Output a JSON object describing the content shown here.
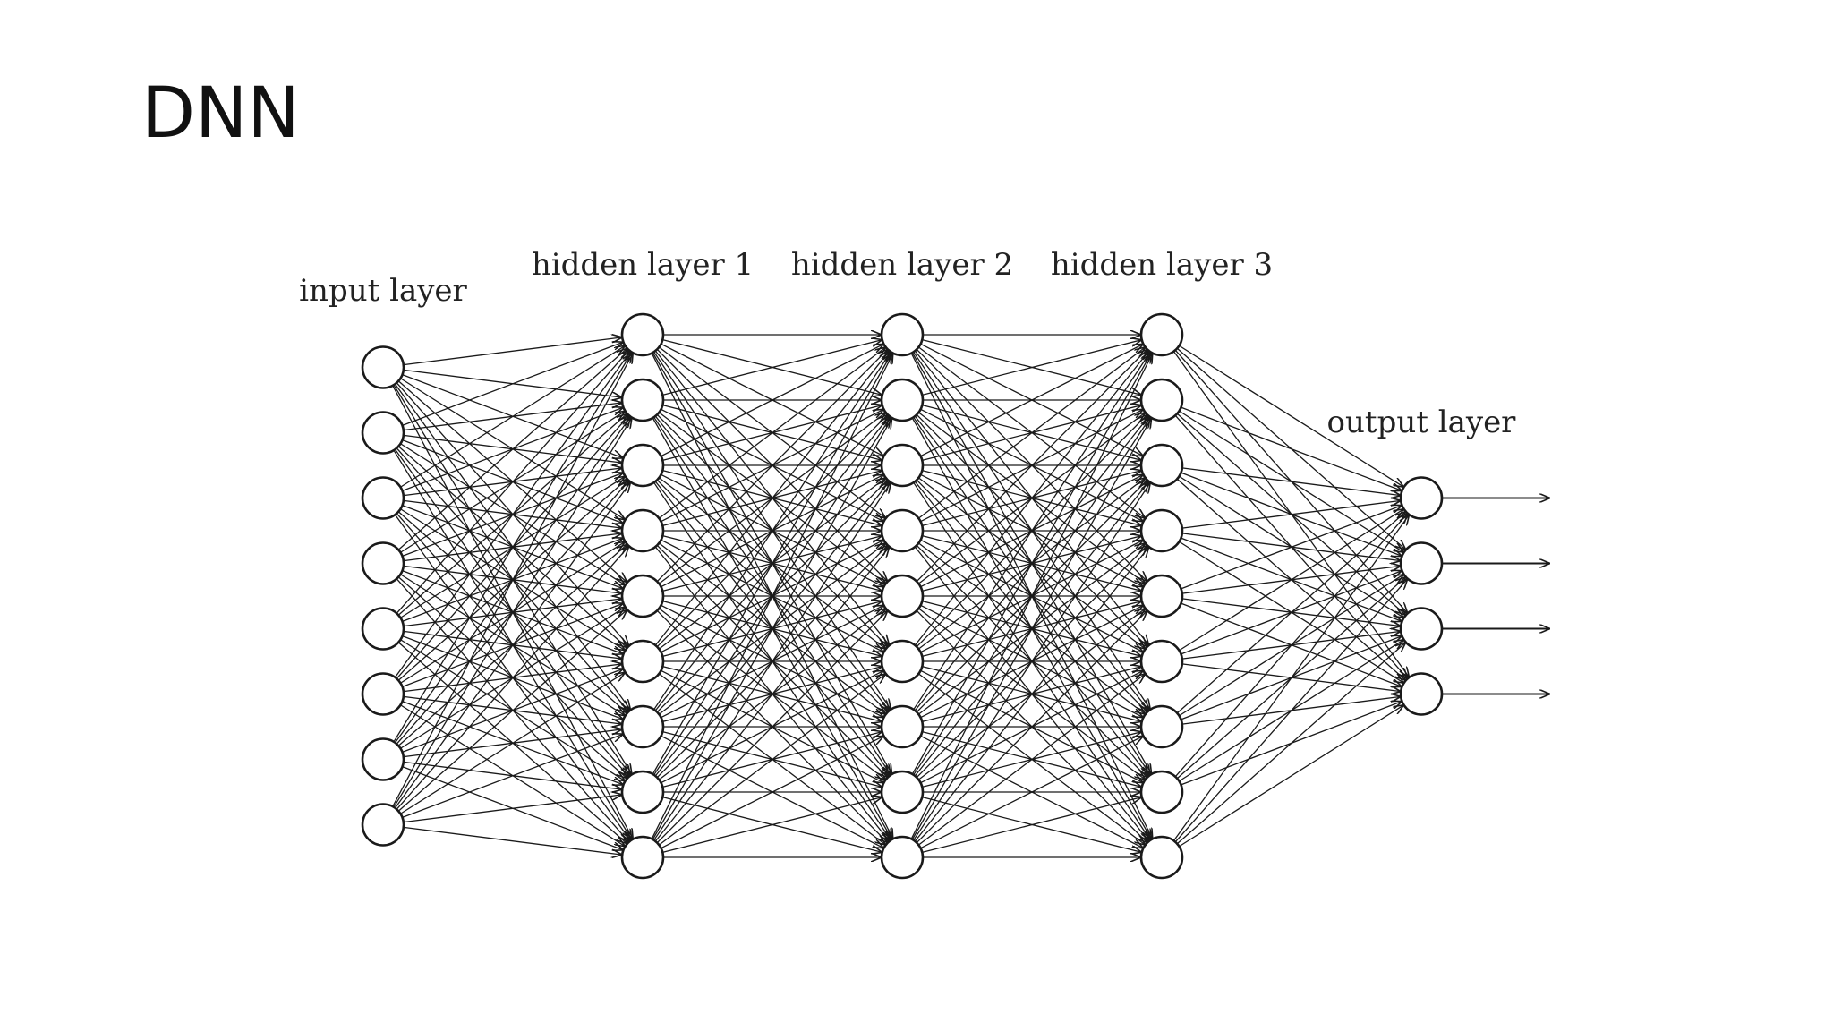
{
  "slide": {
    "title": "DNN"
  },
  "network": {
    "layers": [
      {
        "label": "input layer",
        "nodes": 8
      },
      {
        "label": "hidden layer 1",
        "nodes": 9
      },
      {
        "label": "hidden layer 2",
        "nodes": 9
      },
      {
        "label": "hidden layer 3",
        "nodes": 9
      },
      {
        "label": "output layer",
        "nodes": 4
      }
    ],
    "connectivity": "fully-connected",
    "output_arrows": true
  }
}
